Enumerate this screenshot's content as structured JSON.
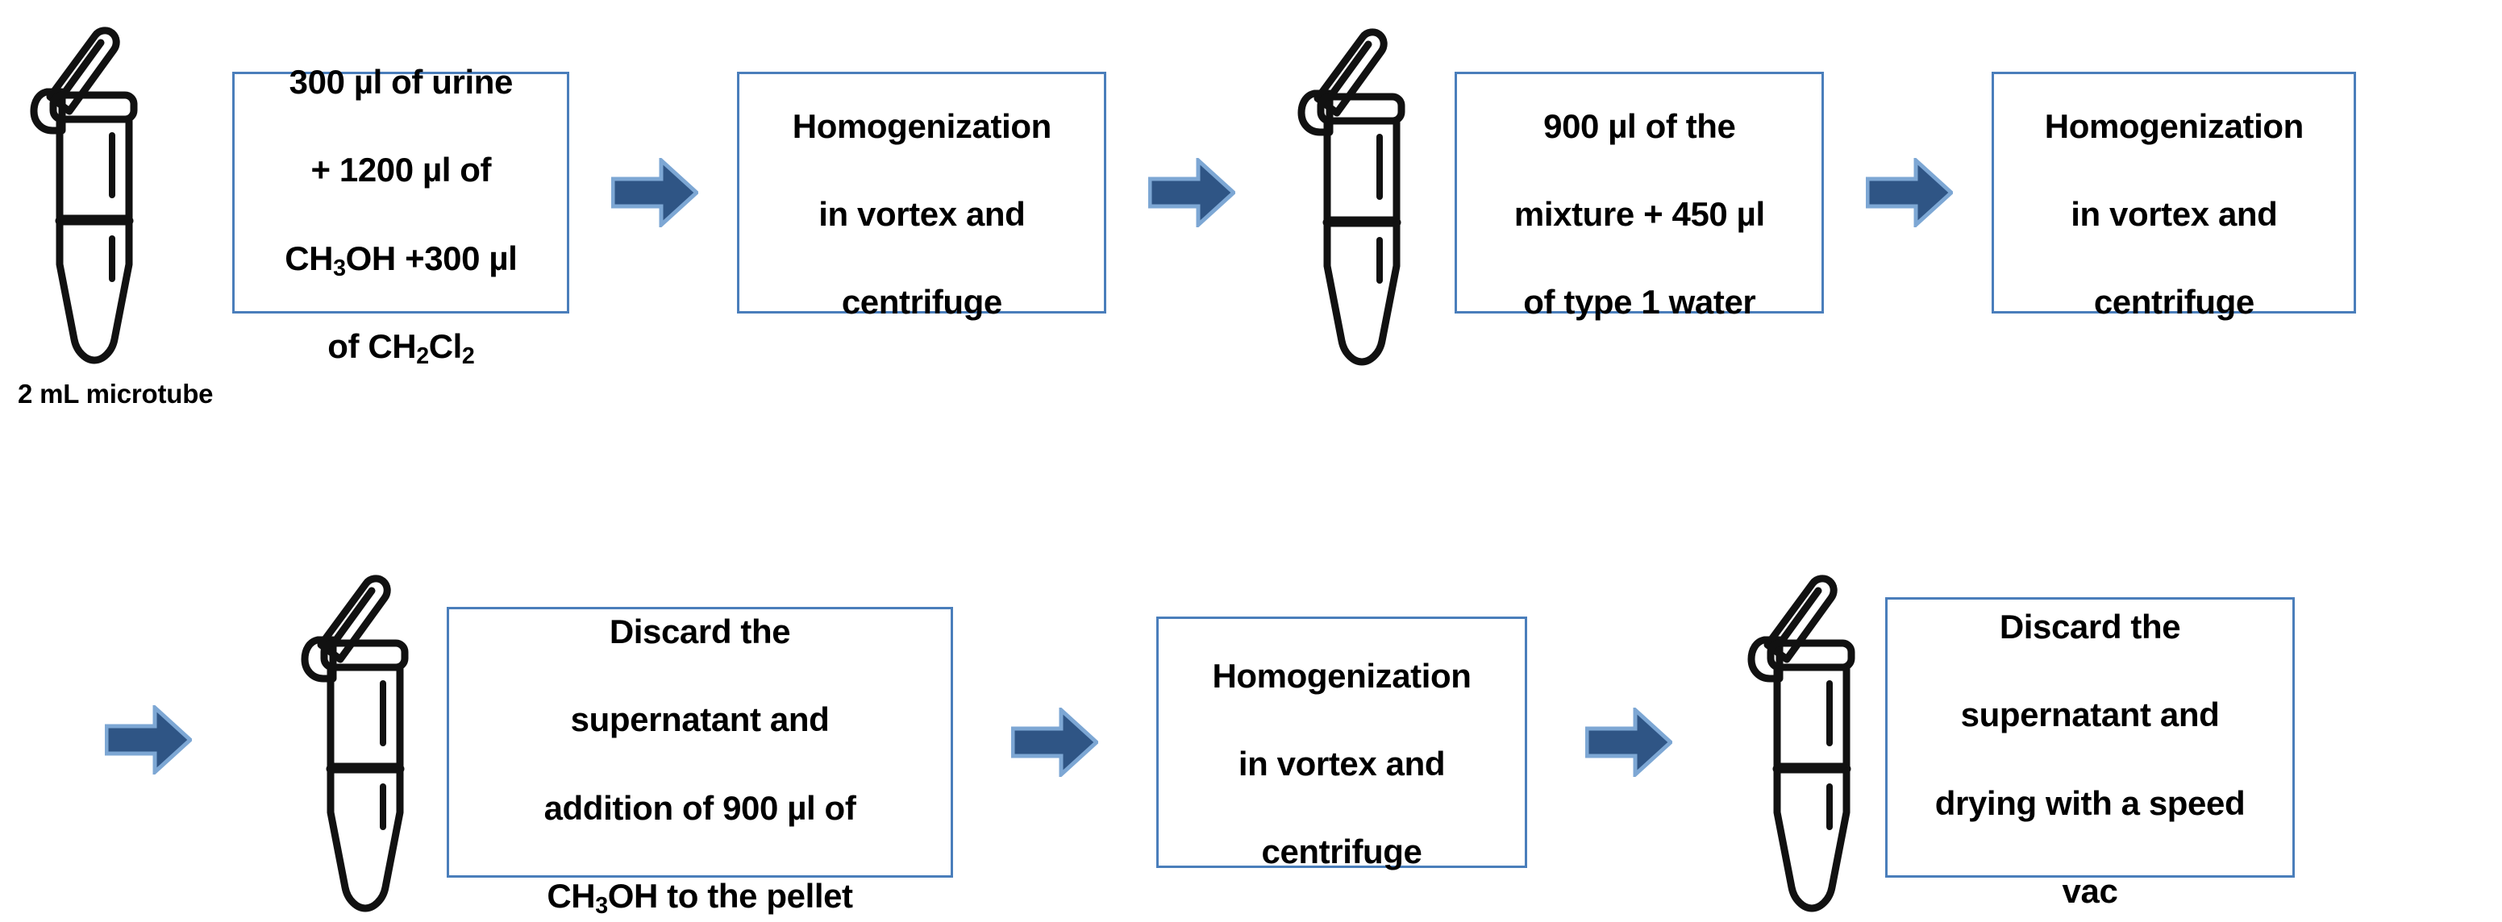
{
  "diagram": {
    "title": "Urine sample preparation workflow",
    "colors": {
      "box_border": "#4a7ebb",
      "box_fill": "#ffffff",
      "arrow_fill": "#2f5585",
      "arrow_edge": "#7da7d4",
      "text": "#000000",
      "tube_stroke": "#1a1a1a",
      "background": "#ffffff"
    },
    "tube_caption": "2 mL microtube",
    "icons": {
      "tube": "microtube-icon",
      "arrow": "arrow-right-icon"
    },
    "rows": [
      {
        "id": "row-1",
        "items": [
          {
            "kind": "tube",
            "name": "microtube-1",
            "caption": "2 mL microtube"
          },
          {
            "kind": "box",
            "name": "step-1",
            "text": "300 µl of urine\n+ 1200 µl of\nCH3OH +300 µl\nof CH2Cl2"
          },
          {
            "kind": "arrow",
            "name": "arrow-1"
          },
          {
            "kind": "box",
            "name": "step-2",
            "text": "Homogenization\nin vortex and\ncentrifuge"
          },
          {
            "kind": "arrow",
            "name": "arrow-2"
          },
          {
            "kind": "tube",
            "name": "microtube-2",
            "caption": ""
          },
          {
            "kind": "box",
            "name": "step-3",
            "text": "900 µl of the\nmixture + 450 µl\nof type 1 water"
          },
          {
            "kind": "arrow",
            "name": "arrow-3"
          },
          {
            "kind": "box",
            "name": "step-4",
            "text": "Homogenization\nin vortex and\ncentrifuge"
          }
        ]
      },
      {
        "id": "row-2",
        "items": [
          {
            "kind": "arrow",
            "name": "arrow-4"
          },
          {
            "kind": "tube",
            "name": "microtube-3",
            "caption": ""
          },
          {
            "kind": "box",
            "name": "step-5",
            "text": "Discard the\nsupernatant and\naddition of 900 µl of\nCH3OH to the pellet"
          },
          {
            "kind": "arrow",
            "name": "arrow-5"
          },
          {
            "kind": "box",
            "name": "step-6",
            "text": "Homogenization\nin vortex and\ncentrifuge"
          },
          {
            "kind": "arrow",
            "name": "arrow-6"
          },
          {
            "kind": "tube",
            "name": "microtube-4",
            "caption": ""
          },
          {
            "kind": "box",
            "name": "step-7",
            "text": "Discard the\nsupernatant and\ndrying with a speed\nvac"
          }
        ]
      }
    ],
    "steps": {
      "step1": {
        "line1": "300 µl of urine",
        "line2": "+ 1200 µl of",
        "line3_a": "CH",
        "line3_sub": "3",
        "line3_b": "OH +300 µl",
        "line4_a": "of CH",
        "line4_sub1": "2",
        "line4_b": "Cl",
        "line4_sub2": "2"
      },
      "step2": {
        "line1": "Homogenization",
        "line2": "in vortex and",
        "line3": "centrifuge"
      },
      "step3": {
        "line1": "900 µl of the",
        "line2": "mixture + 450 µl",
        "line3": "of type 1 water"
      },
      "step4": {
        "line1": "Homogenization",
        "line2": "in vortex and",
        "line3": "centrifuge"
      },
      "step5": {
        "line1": "Discard the",
        "line2": "supernatant and",
        "line3": "addition of 900 µl of",
        "line4_a": "CH",
        "line4_sub": "3",
        "line4_b": "OH to the pellet"
      },
      "step6": {
        "line1": "Homogenization",
        "line2": "in vortex and",
        "line3": "centrifuge"
      },
      "step7": {
        "line1": "Discard the",
        "line2": "supernatant and",
        "line3": "drying with a speed",
        "line4": "vac"
      }
    }
  }
}
